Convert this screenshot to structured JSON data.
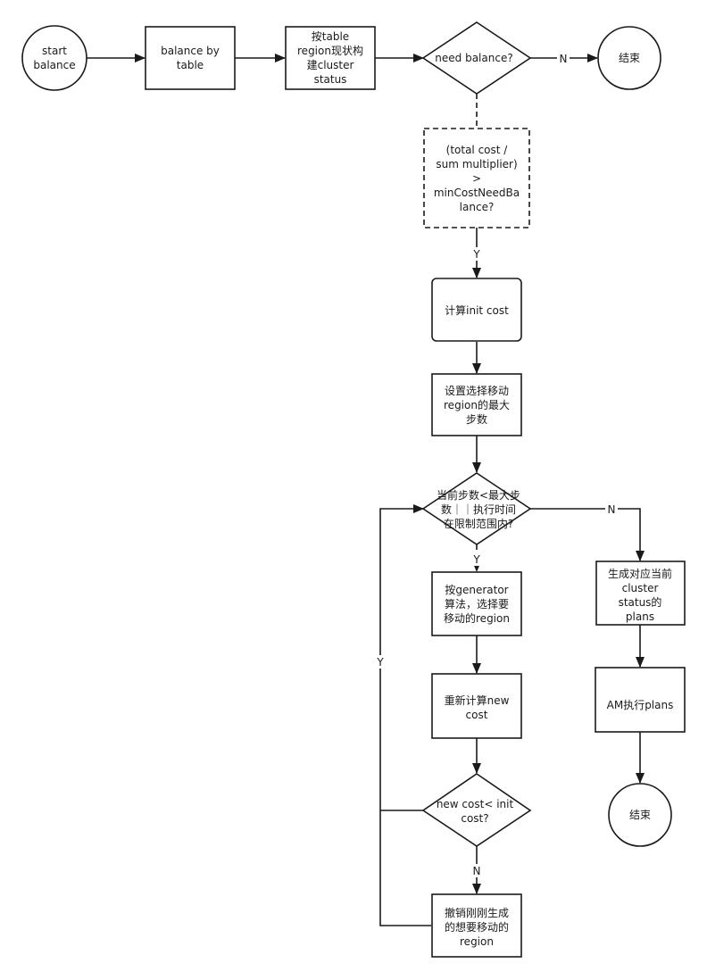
{
  "nodes": {
    "start": "start|balance",
    "balance_by_table": "balance by|table",
    "build_status": "按table|region现状构|建cluster|status",
    "need_balance": "need balance?",
    "end_top": "结束",
    "cost_check": "(total cost /|sum multiplier)|>|minCostNeedBa|lance?",
    "calc_init": "计算init cost",
    "set_max_steps": "设置选择移动|region的最大|步数",
    "loop_cond": "当前步数<最大步|数｜｜执行时间|在限制范围内?",
    "choose_region": "按generator|算法，选择要|移动的region",
    "recalc": "重新计算new|cost",
    "cost_compare": "new cost< init|cost?",
    "undo": "撤销刚刚生成|的想要移动的|region",
    "gen_plans": "生成对应当前|cluster|status的|plans",
    "am_exec": "AM执行plans",
    "end_bottom": "结束"
  },
  "edge_labels": {
    "need_to_end": "N",
    "cost_to_calc": "Y",
    "loop_to_choose": "Y",
    "loop_to_plans": "N",
    "compare_to_undo": "N",
    "back_loop": "Y"
  }
}
